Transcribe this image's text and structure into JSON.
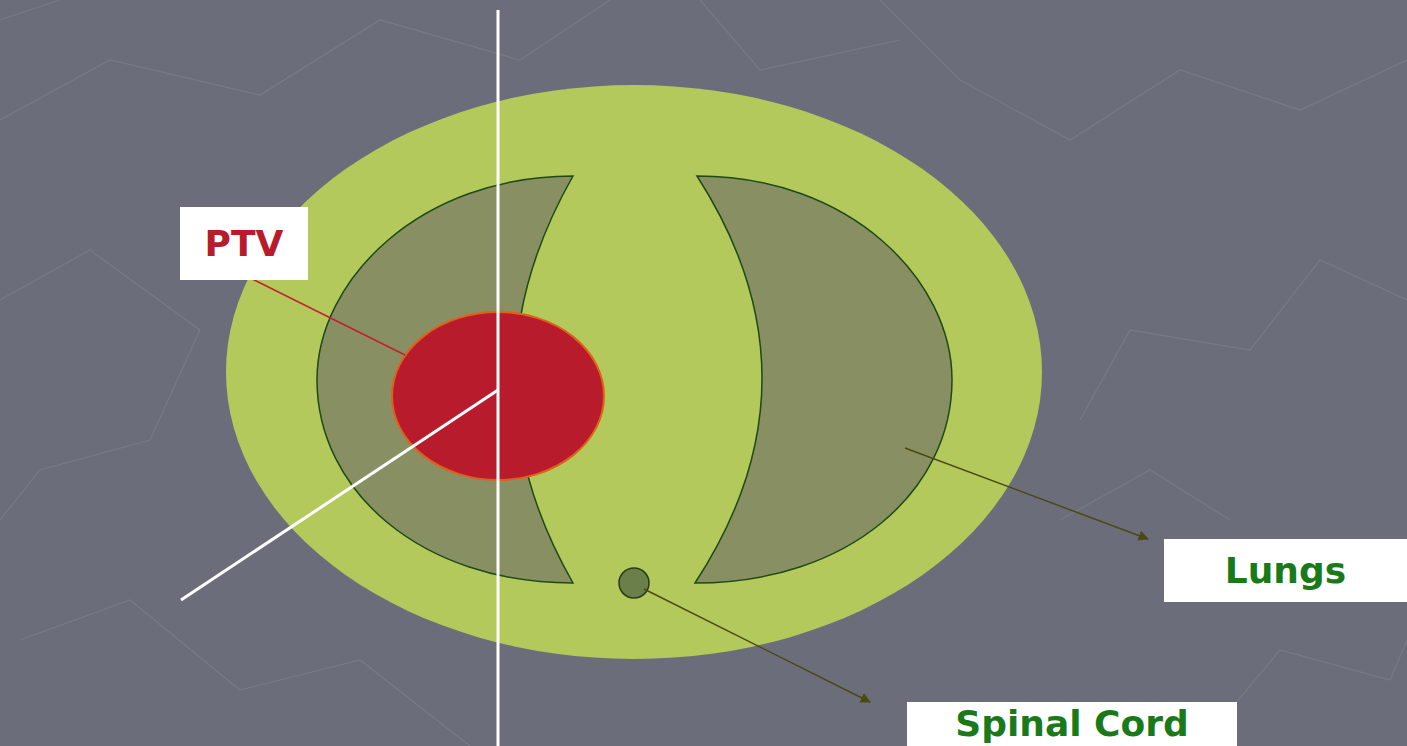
{
  "diagram": {
    "nodes": [
      {
        "text": [
          "PTV"
        ]
      },
      {
        "text": [
          "Lungs"
        ]
      },
      {
        "text": [
          "Spinal Cord"
        ]
      }
    ]
  }
}
